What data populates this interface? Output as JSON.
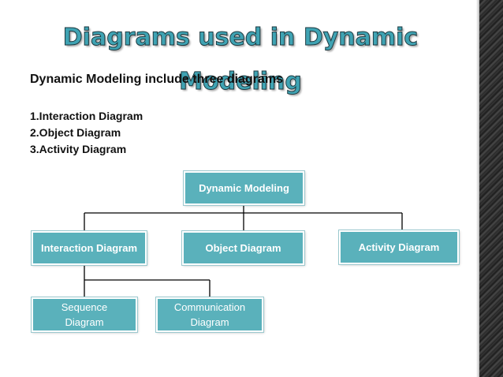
{
  "title": "Diagrams used in Dynamic Modeling",
  "subtitle": "Dynamic Modeling include three diagrams",
  "list": [
    "1.Interaction Diagram",
    "2.Object Diagram",
    "3.Activity Diagram"
  ],
  "diagram": {
    "root": "Dynamic Modeling",
    "children": [
      "Interaction Diagram",
      "Object Diagram",
      "Activity Diagram"
    ],
    "grandchildren": [
      "Sequence Diagram",
      "Communication Diagram"
    ]
  },
  "colors": {
    "box_fill": "#5ab1bb",
    "title": "#3fa3b3",
    "connector": "#000000"
  }
}
